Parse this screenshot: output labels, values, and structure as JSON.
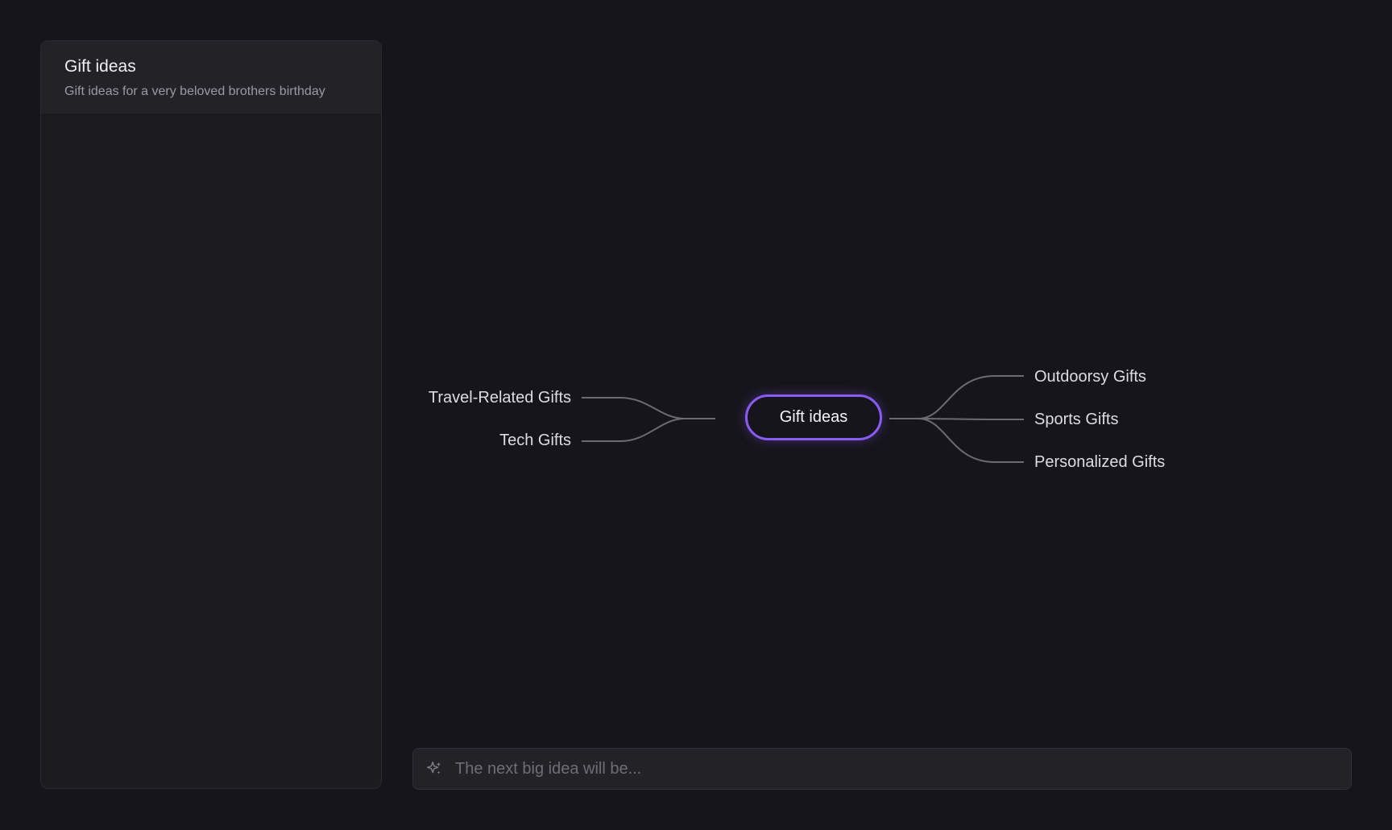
{
  "sidebar": {
    "cards": [
      {
        "title": "Gift ideas",
        "description": "Gift ideas for a very beloved brothers birthday"
      }
    ]
  },
  "mindmap": {
    "root": "Gift ideas",
    "left_branches": [
      "Travel-Related Gifts",
      "Tech Gifts"
    ],
    "right_branches": [
      "Outdoorsy Gifts",
      "Sports Gifts",
      "Personalized Gifts"
    ],
    "accent_color": "#8a5cf6",
    "connector_color": "#6b6b72"
  },
  "prompt": {
    "placeholder": "The next big idea will be...",
    "value": "",
    "icon": "sparkle-icon"
  }
}
